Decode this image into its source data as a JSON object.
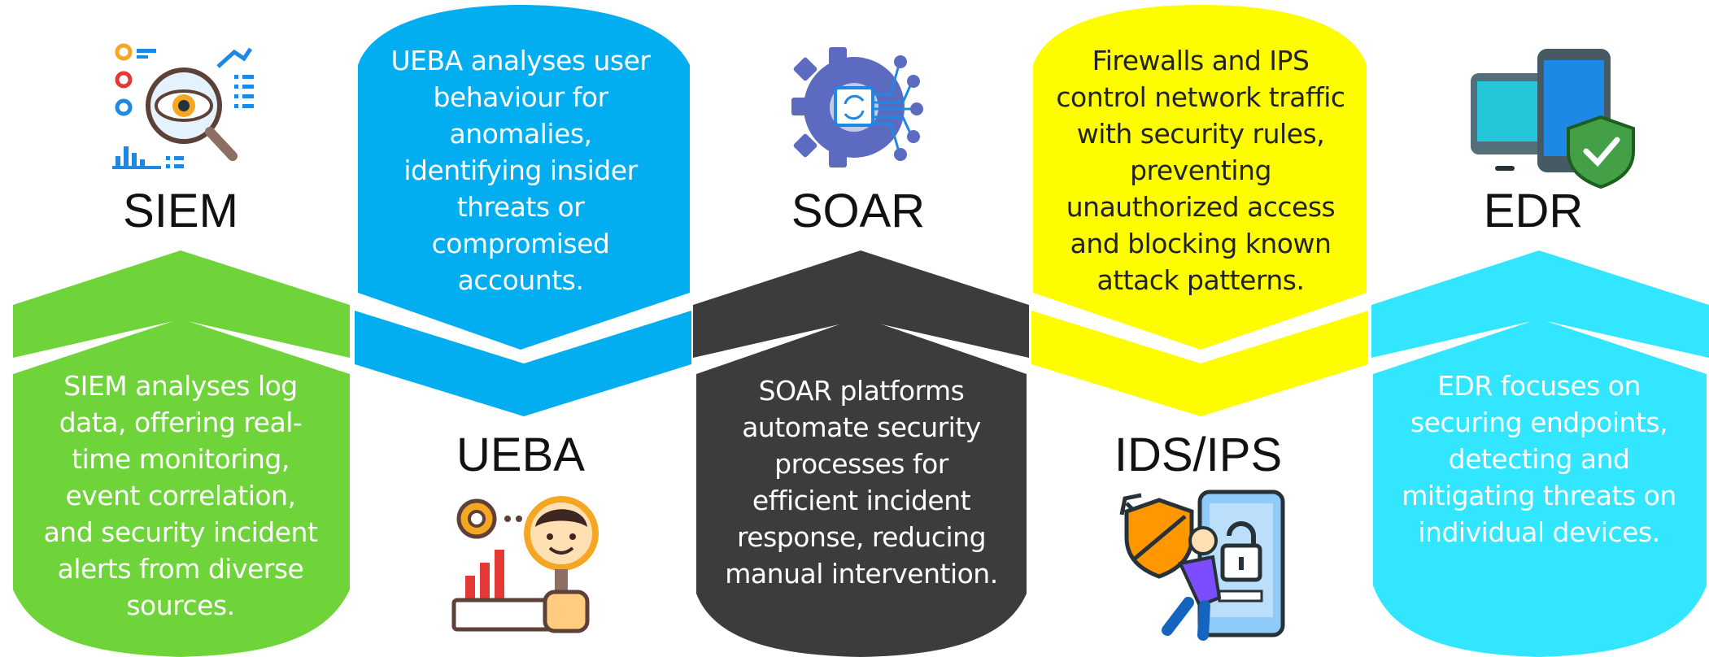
{
  "colors": {
    "siem": "#6fd33a",
    "ueba": "#02aeef",
    "soar": "#3c3c3c",
    "ids_ips": "#fdfd00",
    "edr": "#33e6ff",
    "background": "#ffffff"
  },
  "sections": [
    {
      "id": "siem",
      "title": "SIEM",
      "description": "SIEM analyses log data, offering real-time monitoring, event correlation, and security incident alerts from diverse sources.",
      "icon": "log-analysis-magnifier-icon"
    },
    {
      "id": "ueba",
      "title": "UEBA",
      "description": "UEBA analyses user behaviour for anomalies, identifying insider threats or compromised accounts.",
      "icon": "user-behaviour-magnifier-icon"
    },
    {
      "id": "soar",
      "title": "SOAR",
      "description": "SOAR platforms automate security processes for efficient incident response, reducing manual intervention.",
      "icon": "automation-gear-chip-icon"
    },
    {
      "id": "ids_ips",
      "title": "IDS/IPS",
      "description": "Firewalls and IPS control network traffic with security rules, preventing unauthorized access and blocking known attack patterns.",
      "icon": "shield-defender-phone-lock-icon"
    },
    {
      "id": "edr",
      "title": "EDR",
      "description": "EDR focuses on securing endpoints, detecting and mitigating threats on individual devices.",
      "icon": "devices-shield-check-icon"
    }
  ]
}
